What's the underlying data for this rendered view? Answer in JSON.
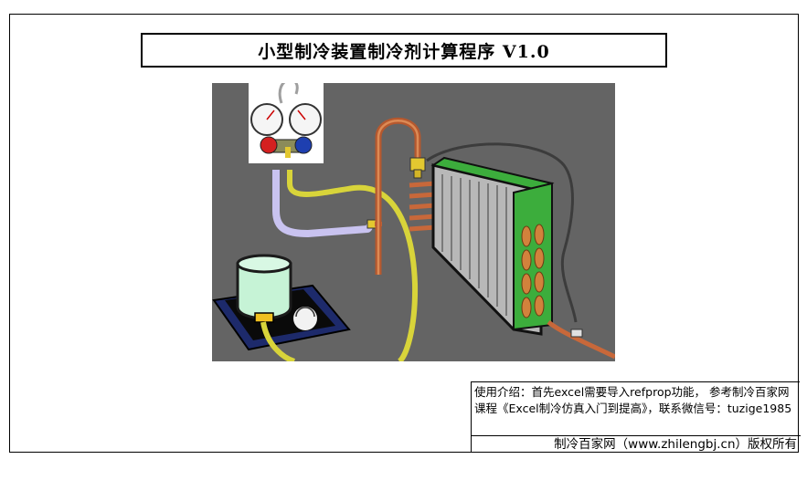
{
  "title": "小型制冷装置制冷剂计算程序 V1.0",
  "intro_text": "使用介绍：首先excel需要导入refprop功能， 参考制冷百家网课程《Excel制冷仿真入门到提高》，联系微信号：tuzige1985",
  "copyright_text": "制冷百家网（www.zhilengbj.cn）版权所有",
  "colors": {
    "illustration_bg": "#646464",
    "hose_yellow": "#d8d43a",
    "hose_lavender": "#c9c3f0",
    "pipe_copper": "#c8683a",
    "coil_green": "#3cad3c",
    "cylinder_mint": "#c6f3d6",
    "scale_navy": "#1d2a6b",
    "gauge_red": "#d42020",
    "gauge_blue": "#1e3fb0"
  },
  "icons": [
    "manifold-gauge-icon",
    "refrigerant-cylinder-icon",
    "evaporator-coil-icon",
    "service-valve-icon"
  ]
}
